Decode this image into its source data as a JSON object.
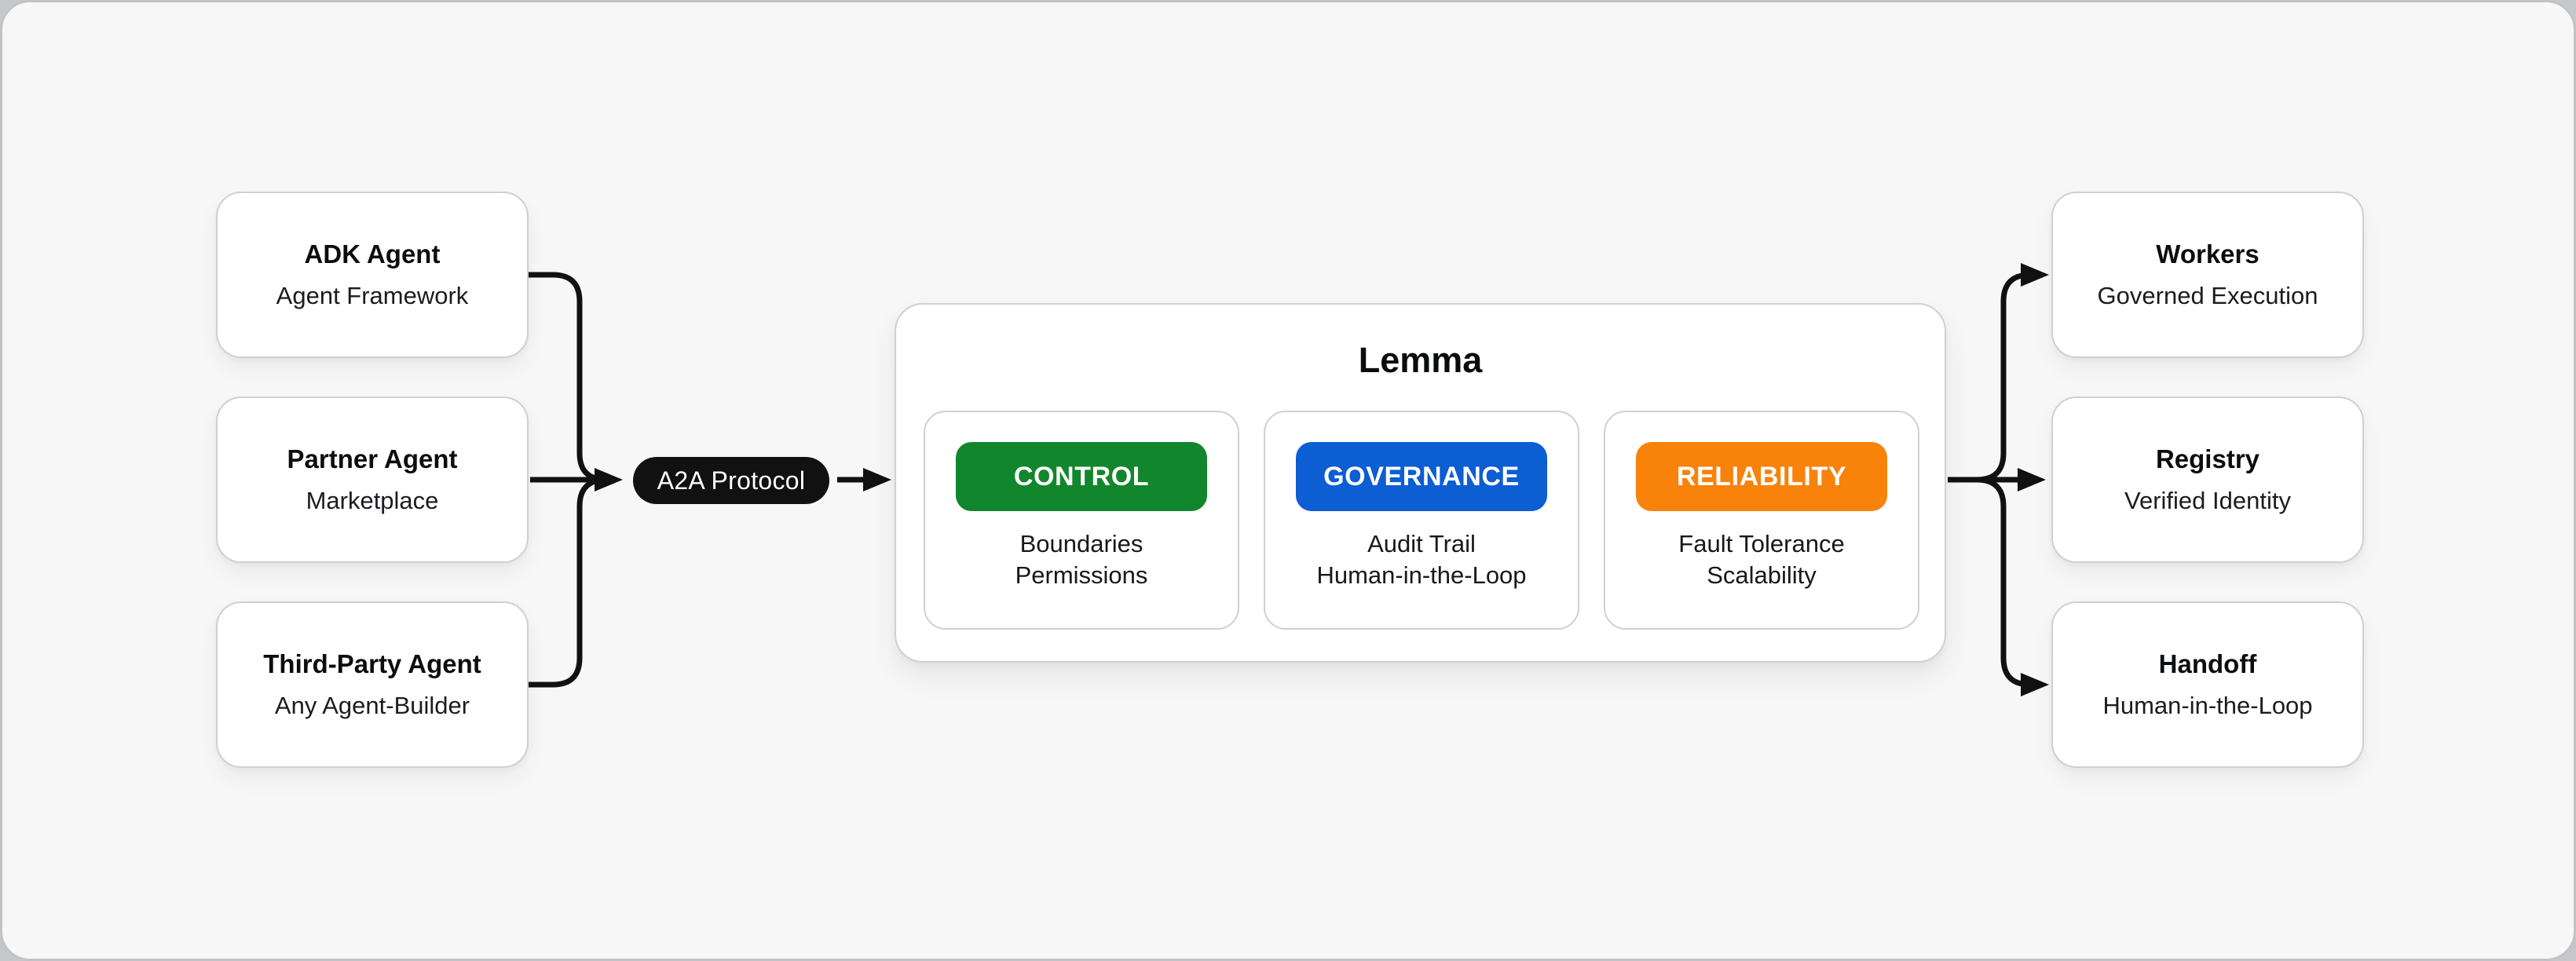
{
  "canvas": {
    "background": "#f7f7f8",
    "frame_border": "#c2c3c5",
    "line_color": "#111111"
  },
  "sources": [
    {
      "title": "ADK Agent",
      "subtitle": "Agent Framework"
    },
    {
      "title": "Partner Agent",
      "subtitle": "Marketplace"
    },
    {
      "title": "Third-Party Agent",
      "subtitle": "Any Agent-Builder"
    }
  ],
  "protocol": {
    "label": "A2A Protocol",
    "bg": "#111111",
    "text_color": "#ffffff"
  },
  "platform": {
    "title": "Lemma",
    "pillars": [
      {
        "label": "CONTROL",
        "color": "#12862c",
        "lines": [
          "Boundaries",
          "Permissions"
        ]
      },
      {
        "label": "GOVERNANCE",
        "color": "#0d5dd3",
        "lines": [
          "Audit Trail",
          "Human-in-the-Loop"
        ]
      },
      {
        "label": "RELIABILITY",
        "color": "#f8820a",
        "lines": [
          "Fault Tolerance",
          "Scalability"
        ]
      }
    ]
  },
  "outputs": [
    {
      "title": "Workers",
      "subtitle": "Governed Execution"
    },
    {
      "title": "Registry",
      "subtitle": "Verified Identity"
    },
    {
      "title": "Handoff",
      "subtitle": "Human-in-the-Loop"
    }
  ]
}
